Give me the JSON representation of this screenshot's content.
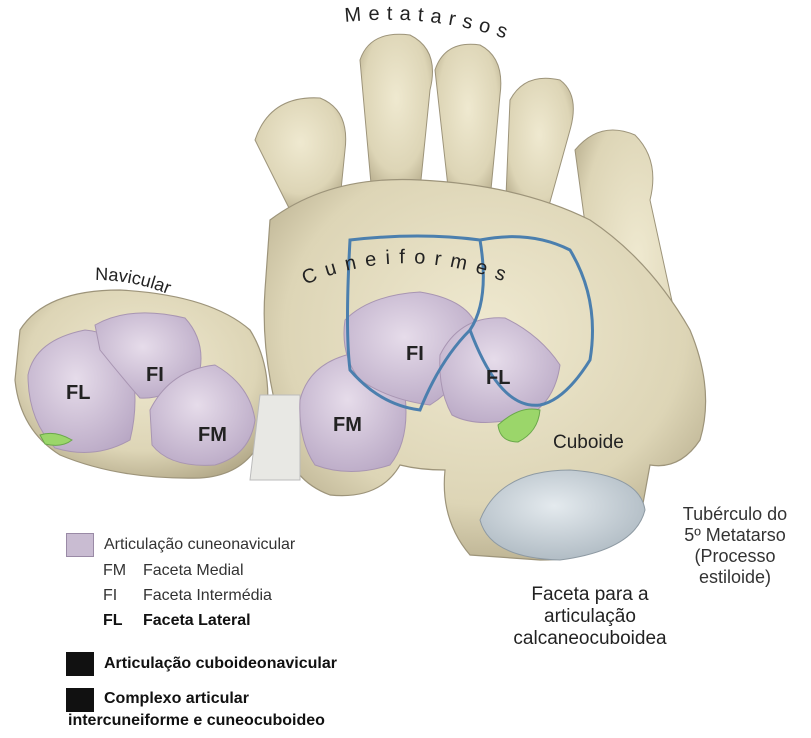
{
  "labels": {
    "metatarsos": "Metatarsos",
    "cuneiformes": "Cuneiformes",
    "navicular": "Navicular",
    "cuboide": "Cuboide",
    "tuberculo": [
      "Tubérculo do",
      "5º Metatarso",
      "(Processo",
      "estiloide)"
    ],
    "faceta_calcaneo": [
      "Faceta para a",
      "articulação",
      "calcaneocuboidea"
    ]
  },
  "facets": {
    "nav_fl": "FL",
    "nav_fi": "FI",
    "nav_fm": "FM",
    "cun_fm": "FM",
    "cun_fi": "FI",
    "cun_fl": "FL"
  },
  "legend": {
    "items": [
      {
        "label": "Articulação cuneonavicular",
        "color": "#c9bcd2"
      },
      {
        "abbr": "FM",
        "label": "Faceta Medial"
      },
      {
        "abbr": "FI",
        "label": "Faceta Intermédia"
      },
      {
        "abbr": "FL",
        "label": "Faceta Lateral"
      },
      {
        "label": "Articulação cuboideonavicular",
        "color": "#111111"
      },
      {
        "label": "Complexo articular",
        "label2": "intercuneiforme e cuneocuboideo",
        "color": "#111111"
      }
    ]
  },
  "colors": {
    "bone": "#e2dcc0",
    "bone_shadow": "#b9b092",
    "facet": "#cfc2d8",
    "outline": "#4b7fae",
    "green": "#9bd66a",
    "calcaneal_facet": "#c9d3da"
  }
}
